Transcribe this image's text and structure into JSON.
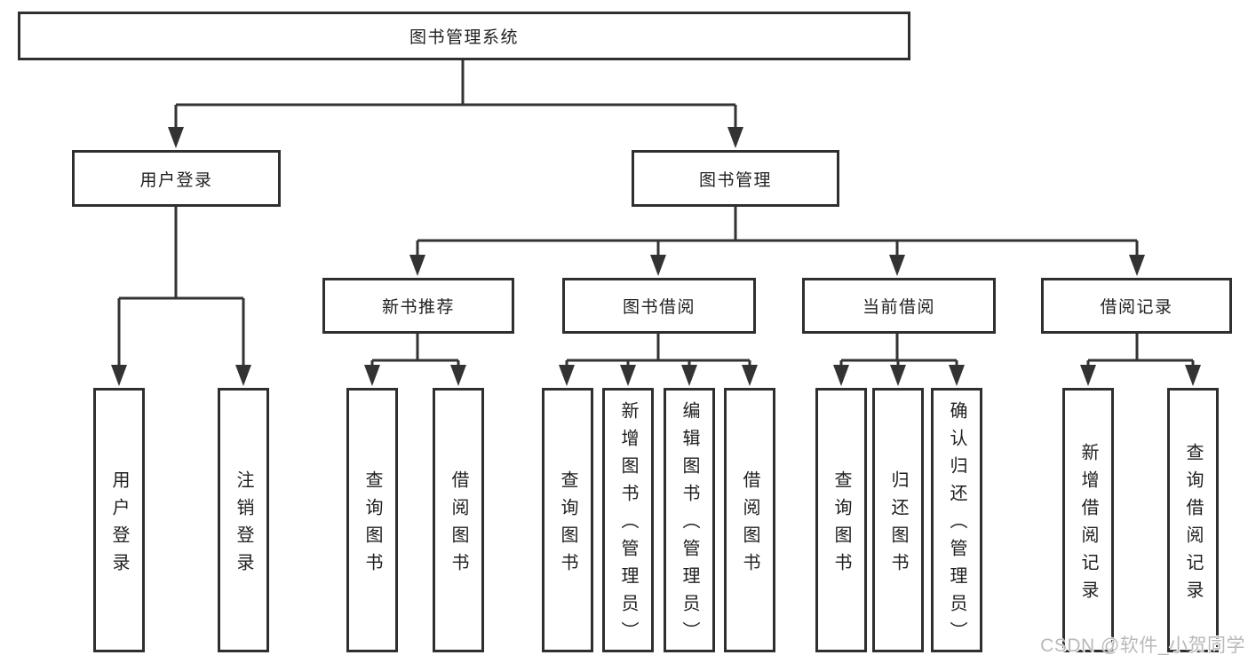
{
  "tree": {
    "root": {
      "label": "图书管理系统",
      "children": [
        {
          "label": "用户登录",
          "children": [
            {
              "label": "用户登录"
            },
            {
              "label": "注销登录"
            }
          ]
        },
        {
          "label": "图书管理",
          "children": [
            {
              "label": "新书推荐",
              "children": [
                {
                  "label": "查询图书"
                },
                {
                  "label": "借阅图书"
                }
              ]
            },
            {
              "label": "图书借阅",
              "children": [
                {
                  "label": "查询图书"
                },
                {
                  "label": "新增图书（管理员）"
                },
                {
                  "label": "编辑图书（管理员）"
                },
                {
                  "label": "借阅图书"
                }
              ]
            },
            {
              "label": "当前借阅",
              "children": [
                {
                  "label": "查询图书"
                },
                {
                  "label": "归还图书"
                },
                {
                  "label": "确认归还（管理员）"
                }
              ]
            },
            {
              "label": "借阅记录",
              "children": [
                {
                  "label": "新增借阅记录"
                },
                {
                  "label": "查询借阅记录"
                }
              ]
            }
          ]
        }
      ]
    }
  },
  "watermark": {
    "text": "CSDN @软件_小贺同学"
  },
  "colors": {
    "line": "#333333",
    "border": "#2f2f2f",
    "text": "#1f1f1f",
    "watermark": "#b9b9b9",
    "background": "#ffffff"
  }
}
